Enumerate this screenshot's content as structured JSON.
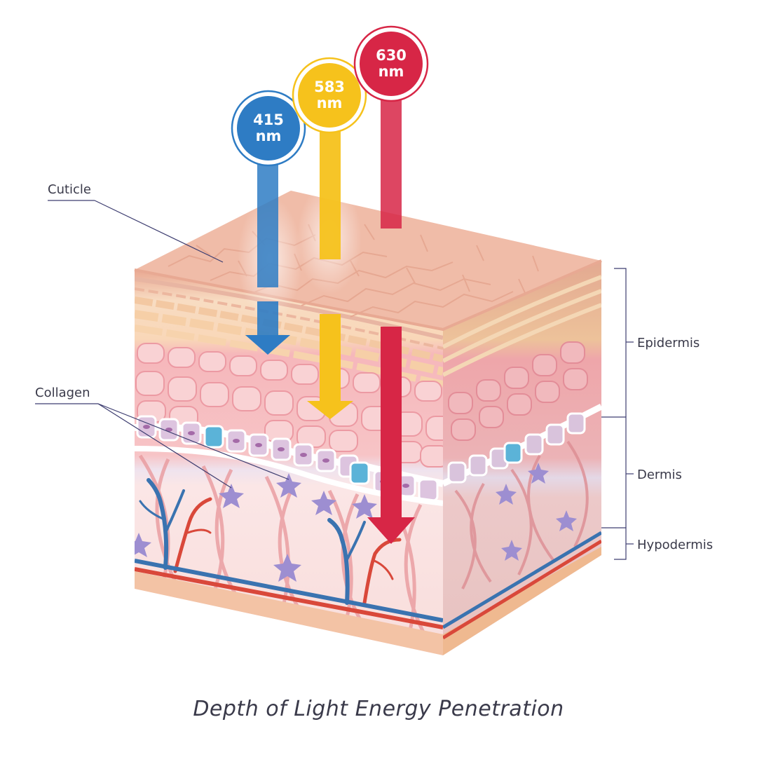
{
  "caption": "Depth of Light Energy Penetration",
  "wavelengths": [
    {
      "value": "415",
      "unit": "nm",
      "color": "#2e7cc4",
      "depth_layer": "Epidermis"
    },
    {
      "value": "583",
      "unit": "nm",
      "color": "#f6c21c",
      "depth_layer": "Epidermis"
    },
    {
      "value": "630",
      "unit": "nm",
      "color": "#d72646",
      "depth_layer": "Dermis"
    }
  ],
  "labels": {
    "cuticle": "Cuticle",
    "collagen": "Collagen",
    "epidermis": "Epidermis",
    "dermis": "Dermis",
    "hypodermis": "Hypodermis"
  },
  "colors": {
    "skin_top": "#f2c2ad",
    "epidermis_cells": "#f7c9cd",
    "dermis": "#f8dede",
    "hypodermis": "#f3c7a7",
    "vein": "#3a73b0",
    "artery": "#d9483a"
  }
}
